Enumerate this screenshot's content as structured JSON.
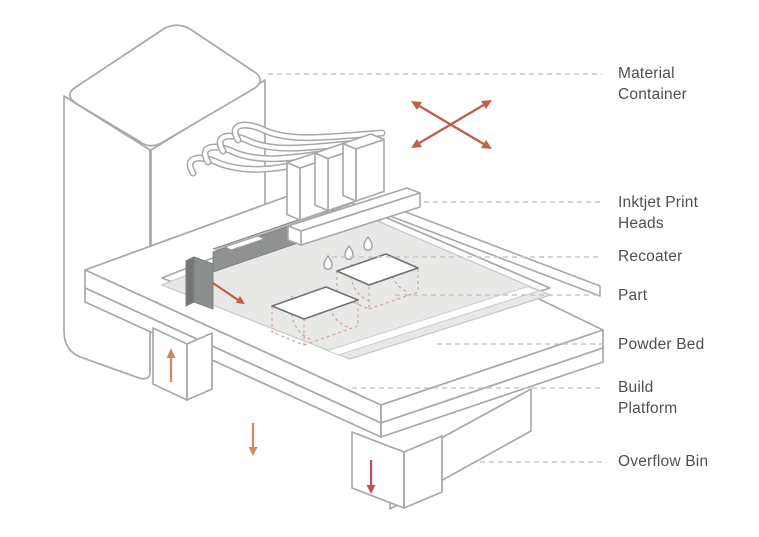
{
  "diagram": {
    "type": "isometric-technical-illustration",
    "subject": "Binder jetting / inkjet 3D printing machine schematic",
    "labels": [
      {
        "id": "material-container",
        "text": "Material Container"
      },
      {
        "id": "inkjet-print-heads",
        "text": "Inktjet Print Heads"
      },
      {
        "id": "recoater",
        "text": "Recoater"
      },
      {
        "id": "part",
        "text": "Part"
      },
      {
        "id": "powder-bed",
        "text": "Powder Bed"
      },
      {
        "id": "build-platform",
        "text": "Build Platform"
      },
      {
        "id": "overflow-bin",
        "text": "Overflow Bin"
      }
    ],
    "annotations": {
      "xy_motion_arrows": "crossed double-headed arrows (print head X-Y motion)",
      "recoater_arrow": "recoater travel direction (down-right)",
      "feed_up_arrow": "feed piston moves up",
      "platform_down_arrow": "build platform moves down",
      "overflow_down_arrow": "overflow bin moves down",
      "droplet_count": 3
    },
    "colors": {
      "outline": "#a5a9a7",
      "dark_outline": "#6f7472",
      "recoater_fill": "#8f928f",
      "recoater_side_fill": "#737673",
      "powder_bed_fill": "#e8e9e7",
      "accent_orange": "#c06048",
      "accent_soft_orange": "#cf8a63",
      "accent_red": "#bf4f4f",
      "hidden_line_pink": "#cfa5a1",
      "leader_line": "#c5c7c6",
      "label_text": "#4b5052"
    }
  }
}
